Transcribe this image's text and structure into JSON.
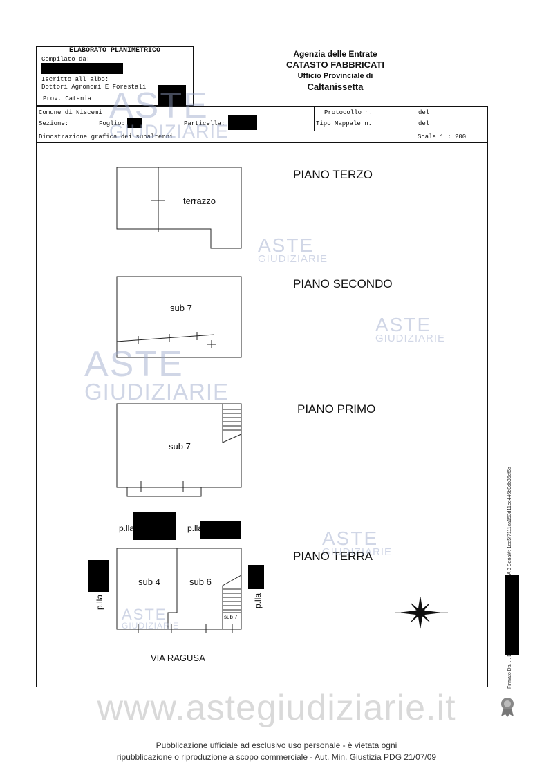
{
  "header": {
    "title": "ELABORATO PLANIMETRICO",
    "compiled_by_label": "Compilato da:",
    "albo_label": "Iscritto all'albo:",
    "albo_value": "Dottori Agronomi E Forestali",
    "province": "Prov. Catania",
    "agency_line1": "Agenzia delle Entrate",
    "agency_line2": "CATASTO FABBRICATI",
    "agency_line3": "Ufficio Provinciale di",
    "agency_line4": "Caltanissetta",
    "comune": "Comune di Niscemi",
    "protocol_label": "Protocollo n.",
    "del_label_1": "del",
    "sezione_label": "Sezione:",
    "foglio_label": "Foglio:",
    "particella_label": "Particella:",
    "tipo_mappale_label": "Tipo Mappale n.",
    "del_label_2": "del",
    "demo_label": "Dimostrazione grafica dei subalterni",
    "scale_label": "Scala 1 : 200"
  },
  "floors": {
    "terzo": {
      "title": "PIANO TERZO",
      "room": "terrazzo"
    },
    "secondo": {
      "title": "PIANO SECONDO",
      "room": "sub 7"
    },
    "primo": {
      "title": "PIANO PRIMO",
      "room": "sub 7"
    },
    "terra": {
      "title": "PIANO TERRA",
      "room_a": "sub 4",
      "room_b": "sub 6",
      "room_c": "sub 7",
      "plla_top_left": "p.lla",
      "plla_top_right": "p.lla",
      "plla_left": "p.lla",
      "plla_right": "p.lla",
      "street": "VIA RAGUSA"
    }
  },
  "watermark": {
    "big": "ASTE",
    "small": "GIUDIZIARIE",
    "site": "www.astegiudiziarie.it"
  },
  "side_signature": "Firmato Da: ... Emesso Da: ARUBAPEC S.P.A. NG CA 3 Serial#: 1ee5f7111ca153d11ee446b0db36cf6a",
  "footer": {
    "line1": "Pubblicazione ufficiale ad esclusivo uso personale - è vietata ogni",
    "line2": "ripubblicazione o riproduzione a scopo commerciale - Aut. Min. Giustizia PDG 21/07/09"
  },
  "colors": {
    "watermark": "#96a5c8",
    "ink": "#111111"
  }
}
